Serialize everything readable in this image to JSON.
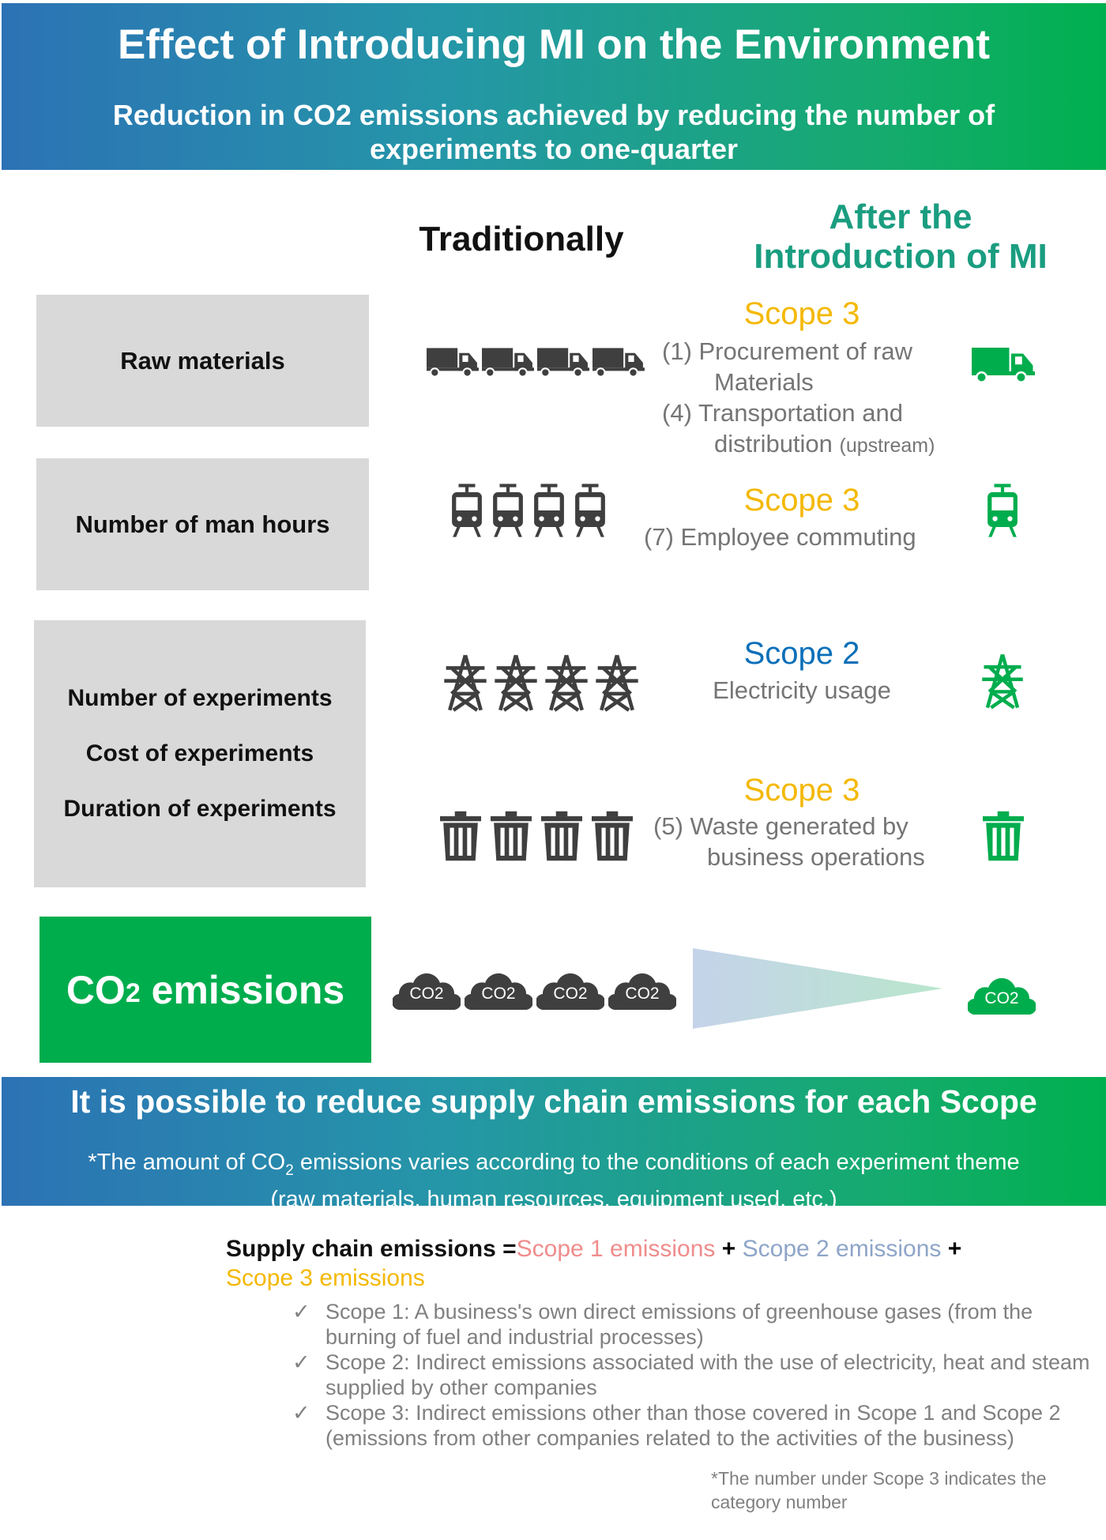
{
  "header": {
    "title": "Effect of Introducing MI on the Environment",
    "subtitle": "Reduction in CO2 emissions achieved by reducing the number of experiments to one-quarter"
  },
  "columns": {
    "traditional": "Traditionally",
    "after_line1": "After the",
    "after_line2": "Introduction of MI"
  },
  "rows": {
    "raw": {
      "label": "Raw materials",
      "scope": "Scope 3",
      "items": [
        "(1) Procurement of raw",
        "Materials",
        "(4) Transportation and",
        "distribution",
        "(upstream)"
      ]
    },
    "hours": {
      "label": "Number of man hours",
      "scope": "Scope 3",
      "items": [
        "(7) Employee commuting"
      ]
    },
    "experiments": {
      "labels": [
        "Number of experiments",
        "Cost of experiments",
        "Duration of experiments"
      ]
    },
    "electricity": {
      "scope": "Scope 2",
      "items": [
        "Electricity usage"
      ]
    },
    "waste": {
      "scope": "Scope 3",
      "items": [
        "(5) Waste generated by",
        "business operations"
      ]
    }
  },
  "co2": {
    "label_main": "CO",
    "label_sub": "2",
    "label_rest": " emissions",
    "cloud_text": "CO2"
  },
  "bottom": {
    "title": "It is possible to reduce supply chain emissions for each Scope",
    "note_a": "*The amount of CO",
    "note_sub": "2",
    "note_b": " emissions varies according to the conditions of each experiment theme",
    "note_line2": "(raw materials, human resources, equipment used, etc.)"
  },
  "formula": {
    "lhs": "Supply chain emissions =",
    "s1": "Scope 1 emissions",
    "plus": " + ",
    "s2": "Scope 2 emissions",
    "s3": "Scope 3 emissions"
  },
  "checklist": [
    "Scope 1: A business's own direct emissions of greenhouse gases (from the burning of fuel and industrial processes)",
    "Scope 2: Indirect emissions associated with the use of electricity, heat and steam supplied by other companies",
    "Scope 3: Indirect emissions other than those covered in Scope 1 and Scope 2 (emissions from other companies related to the activities of the business)"
  ],
  "check_mark": "✓",
  "footnote": "*The number under Scope 3 indicates the category number",
  "colors": {
    "scope3": "#f4b800",
    "scope2": "#0b6fb9",
    "scope1_text": "#f08c8c",
    "scope2_text": "#8ea5c8",
    "green": "#00ad4d",
    "icon": "#3f3f3f"
  }
}
